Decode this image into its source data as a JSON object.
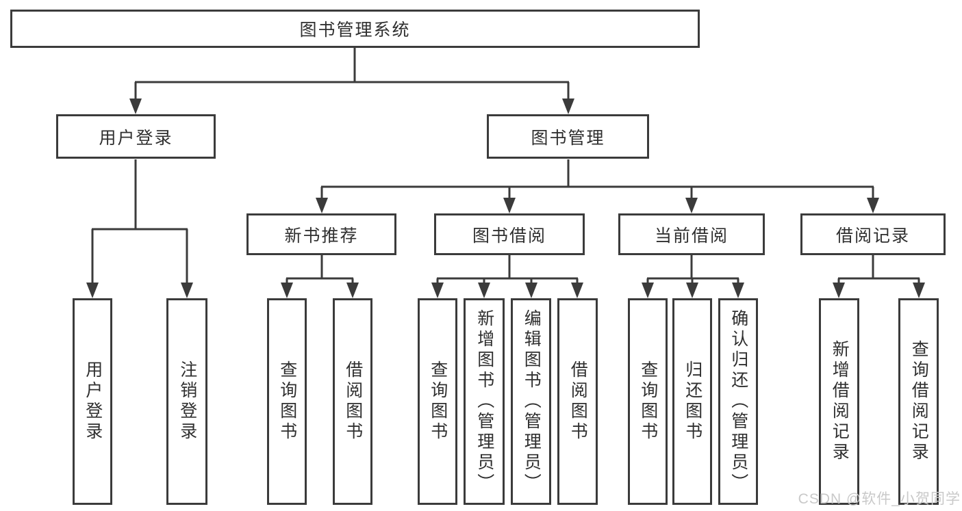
{
  "diagram": {
    "root": "图书管理系统",
    "branches": [
      {
        "label": "用户登录",
        "children": [
          "用户登录",
          "注销登录"
        ]
      },
      {
        "label": "图书管理",
        "children": [
          {
            "label": "新书推荐",
            "children": [
              "查询图书",
              "借阅图书"
            ]
          },
          {
            "label": "图书借阅",
            "children": [
              "查询图书",
              "新增图书（管理员）",
              "编辑图书（管理员）",
              "借阅图书"
            ]
          },
          {
            "label": "当前借阅",
            "children": [
              "查询图书",
              "归还图书",
              "确认归还（管理员）"
            ]
          },
          {
            "label": "借阅记录",
            "children": [
              "新增借阅记录",
              "查询借阅记录"
            ]
          }
        ]
      }
    ]
  },
  "watermark": "CSDN @软件_小贺同学",
  "colors": {
    "line": "#3b3b3b",
    "border": "#3b3b3b",
    "text": "#2f2f2f",
    "watermark": "#c9c9c9",
    "background": "#ffffff"
  }
}
